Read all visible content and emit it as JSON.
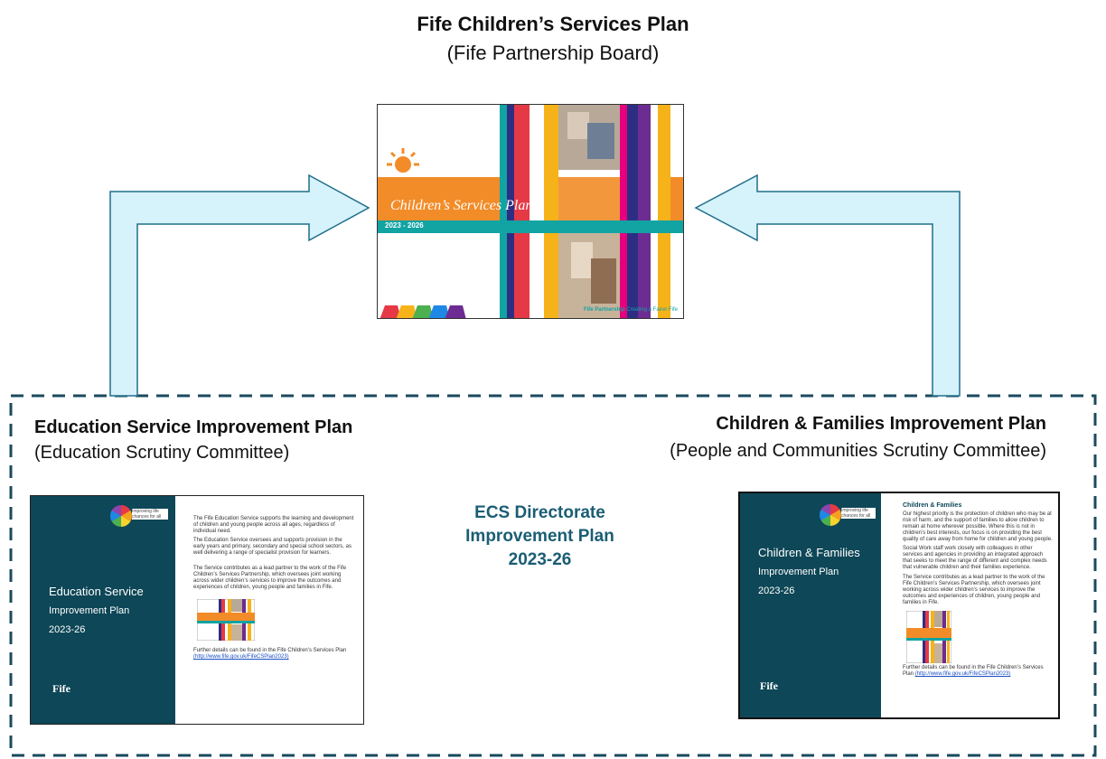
{
  "plan": {
    "title": "Fife Children’s Services Plan",
    "subtitle": "(Fife Partnership Board)",
    "cover": {
      "title": "Children’s Services Plan",
      "years": "2023 - 2026",
      "footer_brand": "Fife Partnership",
      "footer_tag": "Creating a Fairer Fife"
    }
  },
  "education": {
    "title": "Education Service Improvement Plan",
    "committee": "(Education Scrutiny Committee)",
    "doc": {
      "heading1": "Education Service",
      "heading2": "Improvement Plan",
      "years": "2023-26",
      "logo_tag": "Improving life chances for all",
      "fife_logo": "Fife",
      "para1": "The Fife Education Service supports the learning and development of children and young people across all ages, regardless of individual need.",
      "para2": "The Education Service oversees and supports provision in the early years and primary, secondary and special school sectors, as well delivering a range of specialist provision for learners.",
      "para3": "The Service contributes as a lead partner to the work of the Fife Children’s Services Partnership, which oversees joint working across wider children’s services to improve the outcomes and experiences of children, young people and families in Fife.",
      "further": "Further details can be found in the Fife Children’s Services Plan",
      "link": "(http://www.fife.gov.uk/FifeCSPlan2023)"
    }
  },
  "families": {
    "title": "Children & Families Improvement Plan",
    "committee": "(People and Communities Scrutiny Committee)",
    "doc": {
      "heading1": "Children & Families",
      "heading2": "Improvement Plan",
      "years": "2023-26",
      "logo_tag": "Improving life chances for all",
      "fife_logo": "Fife",
      "section": "Children & Families",
      "para1": "Our highest priority is the protection of children who may be at risk of harm, and the support of families to allow children to remain at home wherever possible. Where this is not in children’s best interests, our focus is on providing the best quality of care away from home for children and young people.",
      "para2": "Social Work staff work closely with colleagues in other services and agencies in providing an integrated approach that seeks to meet the range of different and complex needs that vulnerable children and their families experience.",
      "para3": "The Service contributes as a lead partner to the work of the Fife Children’s Services Partnership, which oversees joint working across wider children’s services to improve the outcomes and experiences of children, young people and families in Fife.",
      "further": "Further details can be found in the Fife Children’s Services Plan",
      "link": "(http://www.fife.gov.uk/FifeCSPlan2023)"
    }
  },
  "directorate": {
    "line1": "ECS Directorate",
    "line2": "Improvement Plan",
    "line3": "2023-26"
  },
  "colors": {
    "arrow_fill": "#d6f2fb",
    "arrow_stroke": "#1f6f8b",
    "dashed_border": "#1a4a5e",
    "doc_dark": "#0e4757",
    "cover_orange": "#f28c28",
    "cover_teal": "#12a3a3"
  },
  "icons": [
    "sun-icon",
    "improving-life-chances-logo",
    "fife-council-logo"
  ]
}
